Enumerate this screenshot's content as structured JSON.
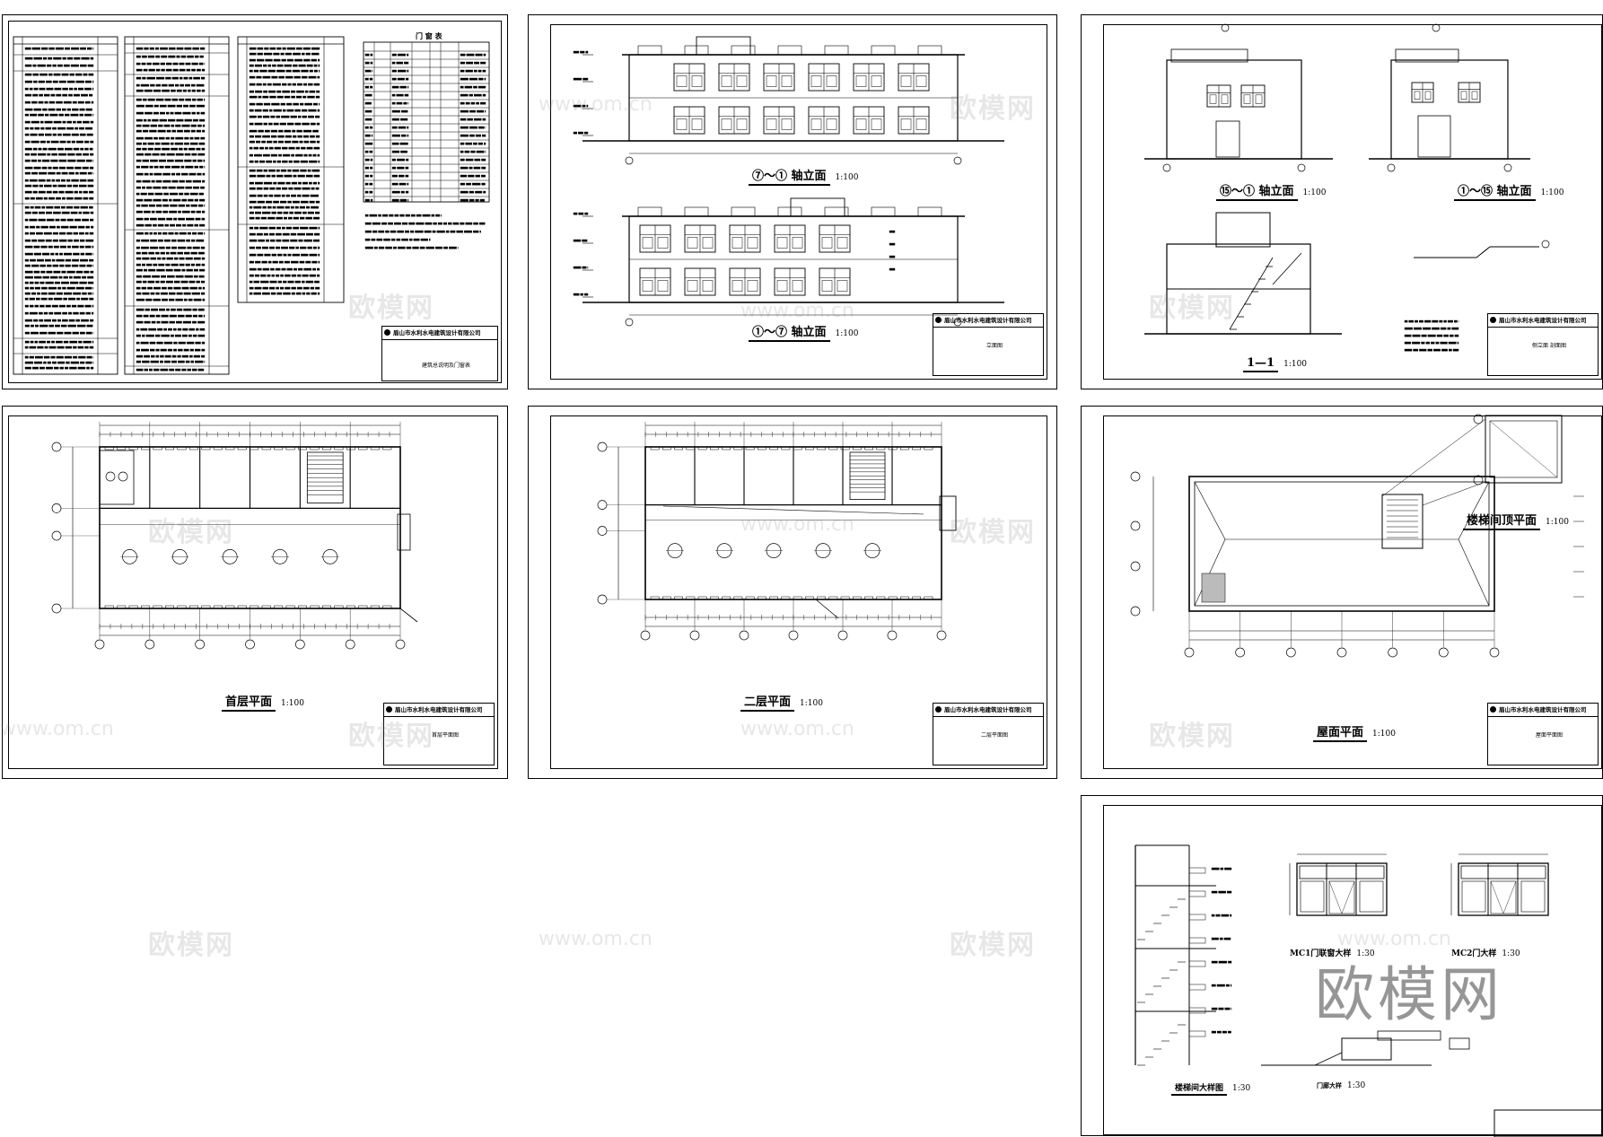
{
  "drawing_set": {
    "company": "眉山市水利水电建筑设计有限公司",
    "sheets": [
      {
        "id": "s1",
        "caption": "",
        "scale": "",
        "sheet_name": "建筑总说明及门窗表"
      },
      {
        "id": "s2",
        "caption": "⑦～① 轴立面",
        "scale": "1:100",
        "caption2": "①～⑦ 轴立面",
        "scale2": "1:100",
        "sheet_name": "立面图"
      },
      {
        "id": "s3",
        "caption": "⑮～① 轴立面",
        "scale": "1:100",
        "caption2": "①～⑮ 轴立面",
        "scale2": "1:100",
        "caption3": "1—1",
        "scale3": "1:100",
        "sheet_name": "侧立面 剖面图"
      },
      {
        "id": "s4",
        "caption": "首层平面",
        "scale": "1:100",
        "sheet_name": "首层平面图"
      },
      {
        "id": "s5",
        "caption": "二层平面",
        "scale": "1:100",
        "sheet_name": "二层平面图"
      },
      {
        "id": "s6",
        "caption": "屋面平面",
        "scale": "1:100",
        "caption2": "楼梯间顶平面",
        "scale2": "1:100",
        "sheet_name": "屋面平面图"
      },
      {
        "id": "s7",
        "caption": "楼梯间大样图",
        "scale": "1:30",
        "caption2": "MC1门联窗大样",
        "scale2": "1:30",
        "caption3": "MC2门大样",
        "scale3": "1:30",
        "caption4": "门廊大样",
        "scale4": "1:30",
        "sheet_name": ""
      }
    ],
    "door_table_title": "门 窗 表",
    "watermarks": [
      "欧模网",
      "www.om.cn"
    ],
    "brand": "欧模网"
  }
}
